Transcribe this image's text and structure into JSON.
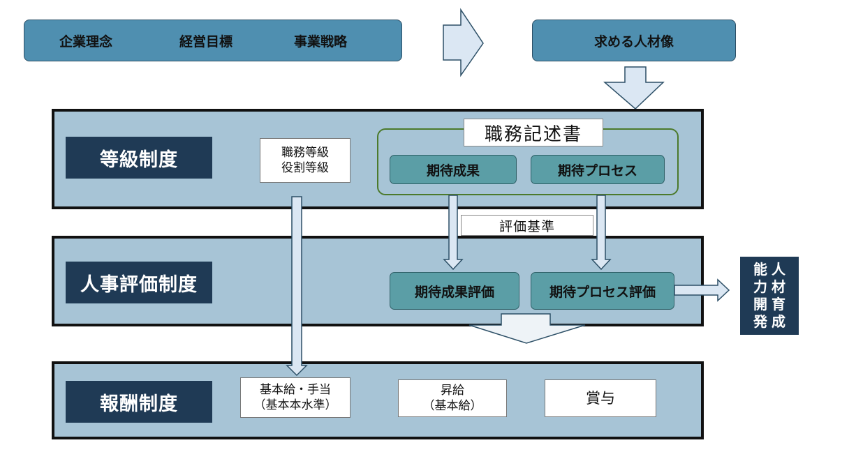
{
  "top": {
    "items": [
      "企業理念",
      "経営目標",
      "事業戦略"
    ],
    "talent": "求める人材像"
  },
  "grade": {
    "label": "等級制度",
    "types": [
      "職務等級",
      "役割等級"
    ],
    "job_description": "職務記述書",
    "expected_results": "期待成果",
    "expected_process": "期待プロセス"
  },
  "criteria": "評価基準",
  "evaluation": {
    "label": "人事評価制度",
    "results_eval": "期待成果評価",
    "process_eval": "期待プロセス評価"
  },
  "development": {
    "col1": [
      "人",
      "材",
      "育",
      "成"
    ],
    "col2": [
      "能",
      "力",
      "開",
      "発"
    ]
  },
  "compensation": {
    "label": "報酬制度",
    "base_pay": [
      "基本給・手当",
      "（基本本水準）"
    ],
    "raise": [
      "昇給",
      "（基本給）"
    ],
    "bonus": "賞与"
  },
  "colors": {
    "top_box": "#4f8fb0",
    "band": "#a7c4d6",
    "dark_label": "#1f3a55",
    "teal": "#5b9ea6",
    "green_border": "#4c7a2c",
    "arrow_fill": "#dbe7f3"
  }
}
